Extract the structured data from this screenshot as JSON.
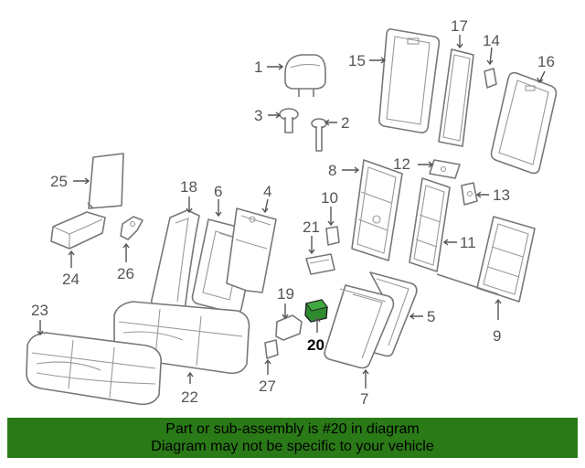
{
  "diagram": {
    "labels": {
      "p1": "1",
      "p2": "2",
      "p3": "3",
      "p4": "4",
      "p5": "5",
      "p6": "6",
      "p7": "7",
      "p8": "8",
      "p9": "9",
      "p10": "10",
      "p11": "11",
      "p12": "12",
      "p13": "13",
      "p14": "14",
      "p15": "15",
      "p16": "16",
      "p17": "17",
      "p18": "18",
      "p19": "19",
      "p20": "20",
      "p21": "21",
      "p22": "22",
      "p23": "23",
      "p24": "24",
      "p25": "25",
      "p26": "26",
      "p27": "27"
    },
    "highlighted_part": "20",
    "highlight_color": "#2e8b2e"
  },
  "banner": {
    "line1": "Part or sub-assembly is #20 in diagram",
    "line2": "Diagram may not be specific to your vehicle",
    "background": "#2a7a17"
  }
}
